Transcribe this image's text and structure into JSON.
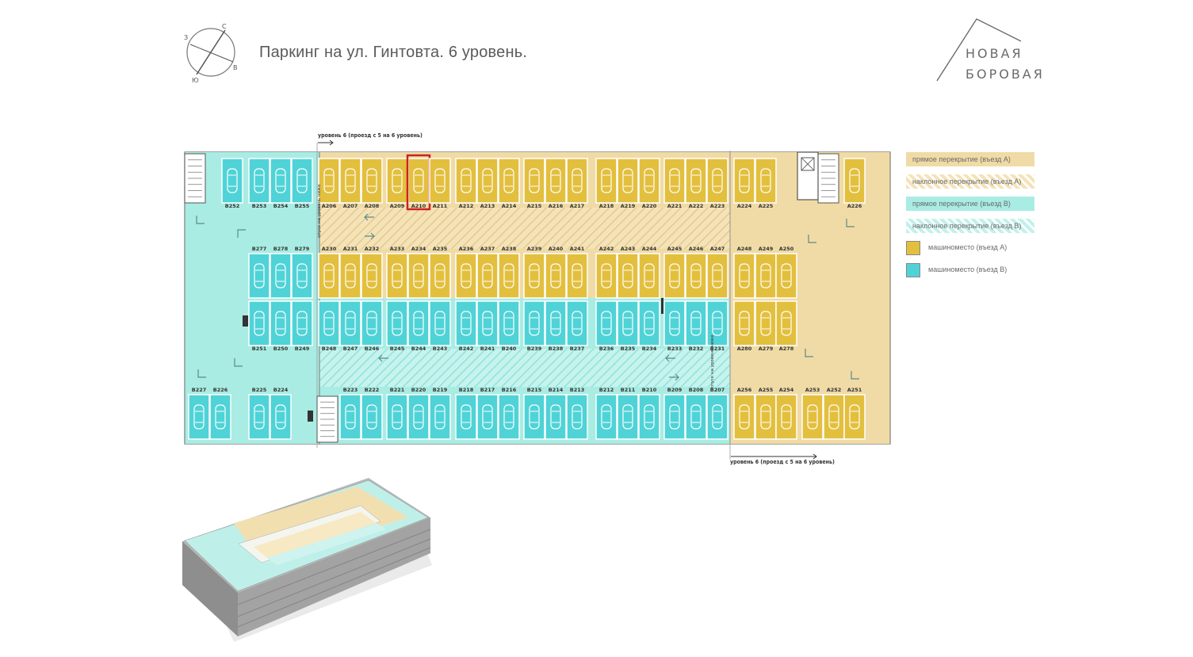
{
  "header": {
    "title": "Паркинг на ул. Гинтовта. 6 уровень.",
    "compass_letters": [
      "З",
      "С",
      "В",
      "Ю"
    ]
  },
  "logo": {
    "line1": "НОВАЯ",
    "line2": "БОРОВАЯ"
  },
  "level_labels": {
    "top": "уровень 6 (проезд с 5 на 6 уровень)",
    "bottom": "уровень 6 (проезд с 5 на 6 уровень)",
    "ramp_up": "спуск на уровень ниже",
    "ramp_down": "спуск на уровень ниже"
  },
  "legend": [
    {
      "label": "прямое перекрытие (въезд А)",
      "kind": "bar",
      "color": "#f0dba6"
    },
    {
      "label": "наклонное перекрытие (въезд А)",
      "kind": "bar-hatch",
      "color": "#f4e3b8"
    },
    {
      "label": "прямое перекрытие (въезд В)",
      "kind": "bar",
      "color": "#a9ece3"
    },
    {
      "label": "наклонное перекрытие (въезд В)",
      "kind": "bar-hatch",
      "color": "#c0f1ea"
    },
    {
      "label": "машиноместо (въезд А)",
      "kind": "swatch",
      "color": "#e3bf3e"
    },
    {
      "label": "машиноместо (въезд В)",
      "kind": "swatch",
      "color": "#4fd3d7"
    }
  ],
  "colors": {
    "zone_a": "#f0dba6",
    "zone_b": "#a9ece3",
    "spot_a": "#e3bf3e",
    "spot_b": "#4fd3d7",
    "highlight": "#cc2222"
  },
  "highlighted_spot": "A210",
  "rows": {
    "top": [
      "B252",
      "B253",
      "B254",
      "B255",
      "A206",
      "A207",
      "A208",
      "A209",
      "A210",
      "A211",
      "A212",
      "A213",
      "A214",
      "A215",
      "A216",
      "A217",
      "A218",
      "A219",
      "A220",
      "A221",
      "A222",
      "A223",
      "A224",
      "A225",
      "A226"
    ],
    "mid_upper": [
      "B277",
      "B278",
      "B279",
      "A230",
      "A231",
      "A232",
      "A233",
      "A234",
      "A235",
      "A236",
      "A237",
      "A238",
      "A239",
      "A240",
      "A241",
      "A242",
      "A243",
      "A244",
      "A245",
      "A246",
      "A247",
      "A248",
      "A249",
      "A250"
    ],
    "mid_lower": [
      "B251",
      "B250",
      "B249",
      "B248",
      "B247",
      "B246",
      "B245",
      "B244",
      "B243",
      "B242",
      "B241",
      "B240",
      "B239",
      "B238",
      "B237",
      "B236",
      "B235",
      "B234",
      "B233",
      "B232",
      "B231",
      "A280",
      "A279",
      "A278"
    ],
    "bottom": [
      "B227",
      "B226",
      "B225",
      "B224",
      "B223",
      "B222",
      "B221",
      "B220",
      "B219",
      "B218",
      "B217",
      "B216",
      "B215",
      "B214",
      "B213",
      "B212",
      "B211",
      "B210",
      "B209",
      "B208",
      "B207",
      "A256",
      "A255",
      "A254",
      "A253",
      "A252",
      "A251"
    ]
  }
}
